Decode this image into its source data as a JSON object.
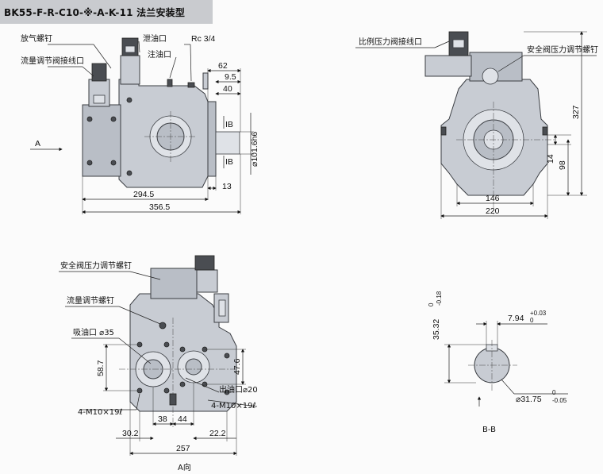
{
  "title": "BK55-F-R-C10-※-A-K-11  法兰安装型",
  "front_view": {
    "callouts": {
      "bleed_screw": "放气螺钉",
      "drain_port": "泄油口",
      "drain_thread": "Rc 3/4",
      "fill_port": "注油口",
      "flow_valve_connector": "流量调节阀接线口"
    },
    "dims": {
      "d62": "62",
      "d9_5": "9.5",
      "d40": "40",
      "d294_5": "294.5",
      "d356_5": "356.5",
      "d13": "13",
      "shaft_dia": "⌀101.6h6"
    },
    "section_marks": {
      "upper": "IB",
      "lower": "IB"
    },
    "view_arrow_label": "A"
  },
  "side_view": {
    "callouts": {
      "prop_valve_connector": "比例压力阀接线口",
      "safety_valve_screw": "安全阀压力调节螺钉"
    },
    "dims": {
      "d327": "327",
      "d14": "14",
      "d98": "98",
      "d146": "146",
      "d220": "220"
    }
  },
  "a_view": {
    "callouts": {
      "safety_valve_screw": "安全阀压力调节螺钉",
      "flow_adjust_screw": "流量调节螺钉",
      "suction_port": "吸油口 ⌀35",
      "outlet_port": "出油口⌀20",
      "bolt_left": "4-M10×19ℓ",
      "bolt_right": "4-M10×19ℓ"
    },
    "dims": {
      "d58_7": "58.7",
      "d47_6": "47.6",
      "d38": "38",
      "d44": "44",
      "d30_2": "30.2",
      "d22_2": "22.2",
      "d257": "257"
    },
    "view_label": "A向"
  },
  "section_bb": {
    "dims": {
      "keyway_depth": "35.32",
      "keyway_depth_tol_upper": "0",
      "keyway_depth_tol_lower": "-0.18",
      "key_width": "7.94",
      "key_width_tol_upper": "+0.03",
      "key_width_tol_lower": "0",
      "shaft_dia": "⌀31.75",
      "shaft_dia_tol_upper": "0",
      "shaft_dia_tol_lower": "-0.05"
    },
    "label": "B-B"
  }
}
